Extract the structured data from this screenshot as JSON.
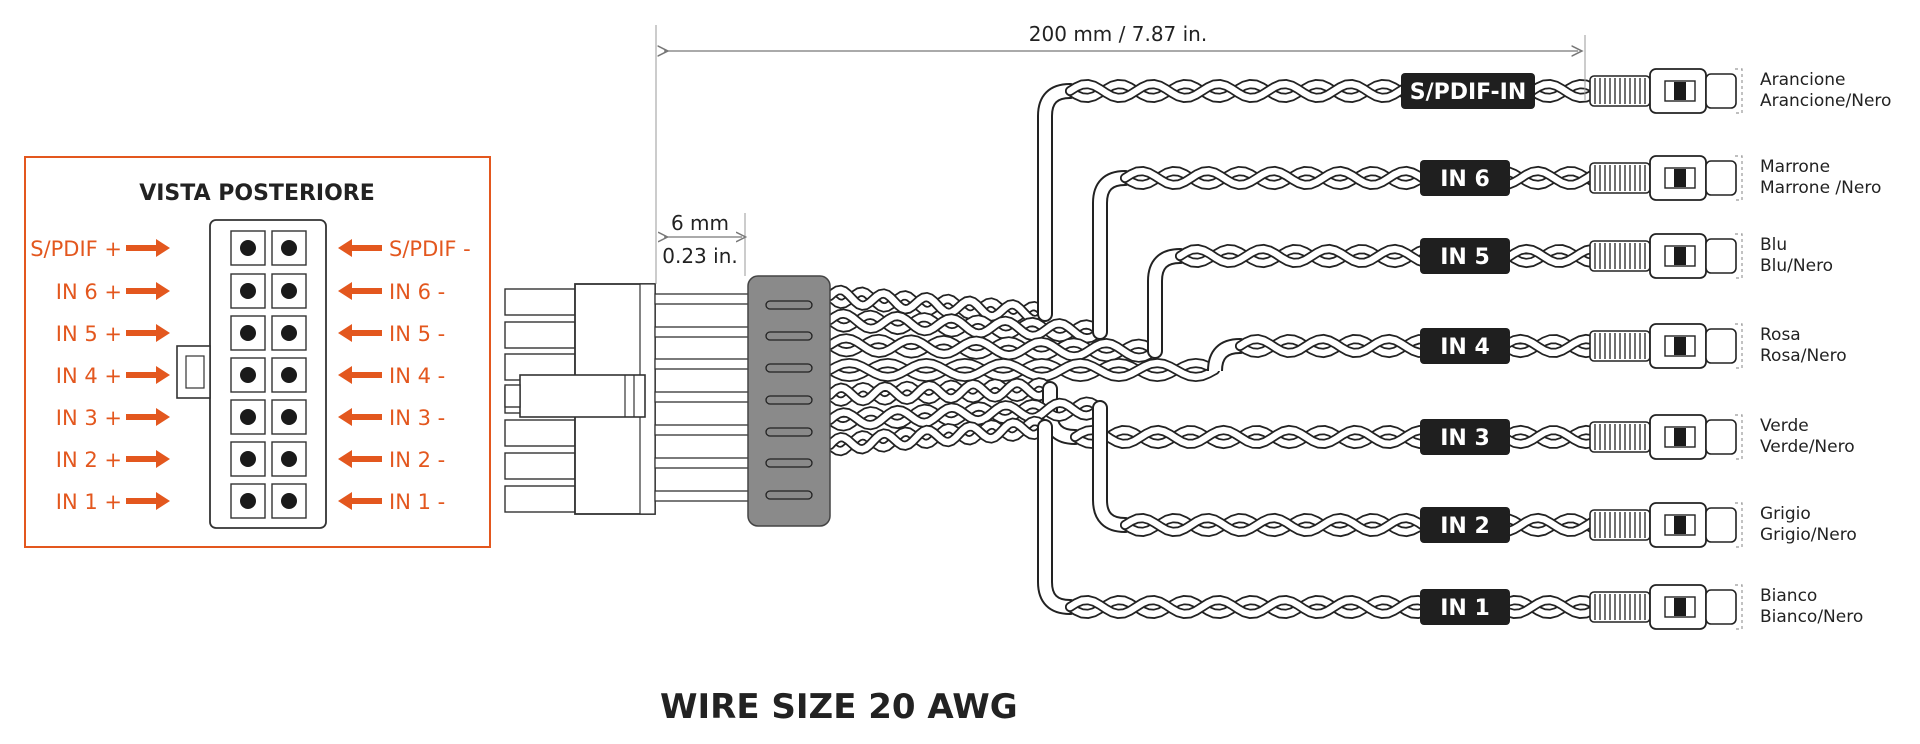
{
  "panel": {
    "title": "VISTA POSTERIORE",
    "pins_left": [
      "S/PDIF +",
      "IN 6 +",
      "IN 5 +",
      "IN 4 +",
      "IN 3 +",
      "IN 2 +",
      "IN 1 +"
    ],
    "pins_right": [
      "S/PDIF -",
      "IN 6 -",
      "IN 5 -",
      "IN 4 -",
      "IN 3 -",
      "IN 2 -",
      "IN 1 -"
    ]
  },
  "dimensions": {
    "length": "200 mm / 7.87 in.",
    "width_mm": "6 mm",
    "width_in": "0.23 in."
  },
  "channels": [
    {
      "tag": "S/PDIF-IN",
      "color_primary": "Arancione",
      "color_secondary": "Arancione/Nero"
    },
    {
      "tag": "IN 6",
      "color_primary": "Marrone",
      "color_secondary": "Marrone /Nero"
    },
    {
      "tag": "IN 5",
      "color_primary": "Blu",
      "color_secondary": "Blu/Nero"
    },
    {
      "tag": "IN 4",
      "color_primary": "Rosa",
      "color_secondary": "Rosa/Nero"
    },
    {
      "tag": "IN 3",
      "color_primary": "Verde",
      "color_secondary": "Verde/Nero"
    },
    {
      "tag": "IN 2",
      "color_primary": "Grigio",
      "color_secondary": "Grigio/Nero"
    },
    {
      "tag": "IN 1",
      "color_primary": "Bianco",
      "color_secondary": "Bianco/Nero"
    }
  ],
  "footer": "WIRE SIZE 20 AWG",
  "colors": {
    "accent": "#e3571e",
    "line": "#222222",
    "tag_bg": "#1f1f1f",
    "sleeve": "#8a8a8a"
  }
}
